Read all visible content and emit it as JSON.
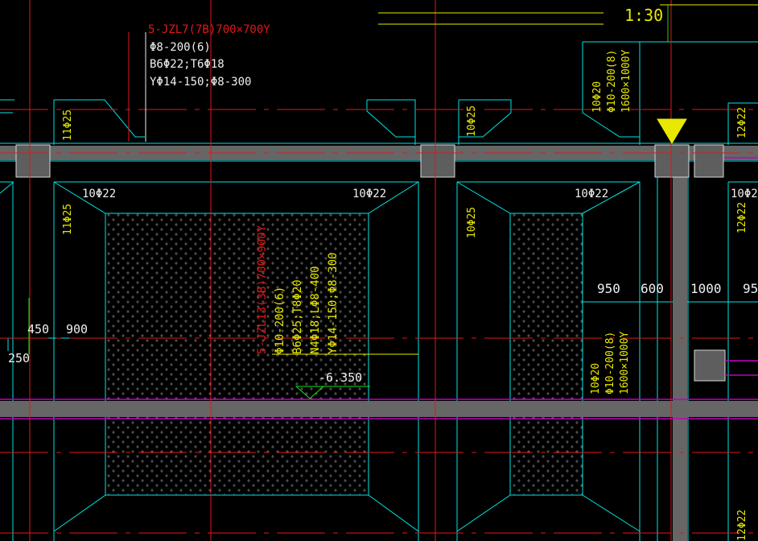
{
  "colors": {
    "background": "#000000",
    "cyan": "#00e5e5",
    "red": "#e01818",
    "yellow": "#e8e800",
    "white": "#f0f0f0",
    "green": "#18e018",
    "magenta": "#c000c0",
    "gray_beam": "#666666",
    "gray_column": "#606060"
  },
  "header": {
    "title_fragment": "",
    "scale": "1:30"
  },
  "beam_7": {
    "line1": "5-JZL7(7B)700×700Y",
    "line2": "Φ8-200(6)",
    "line3": "B6Φ22;T6Φ18",
    "line4": "YΦ14-150;Φ8-300"
  },
  "beam_13": {
    "line1": "5-JZL13(3B)700×900Y",
    "line2": "Φ10-200(6)",
    "line3": "B6Φ25;T8Φ20",
    "line4": "N4Φ18;LΦ8-400",
    "line5": "YΦ14-150;Φ8-300"
  },
  "haunch_top": {
    "line1": "10Φ20",
    "line2": "Φ10-200(8)",
    "line3": "1600×1000Y"
  },
  "haunch_mid": {
    "line1": "10Φ20",
    "line2": "Φ10-200(8)",
    "line3": "1600×1000Y"
  },
  "rebar_labels": {
    "r_11_25_top": "11Φ25",
    "r_11_25_mid": "11Φ25",
    "r_10_25_top": "10Φ25",
    "r_10_25_mid": "10Φ25",
    "r_12_22_top": "12Φ22",
    "r_12_22_mid": "12Φ22",
    "r_12_22_bot": "12Φ22",
    "r_10_22_a": "10Φ22",
    "r_10_22_b": "10Φ22",
    "r_10_22_c": "10Φ22",
    "r_10_22_d": "10Φ2"
  },
  "dimensions": {
    "d450": "450",
    "d900": "900",
    "d250": "250",
    "d950": "950",
    "d600": "600",
    "d1000": "1000",
    "d95": "95"
  },
  "elevation": {
    "value": "-6.350"
  }
}
